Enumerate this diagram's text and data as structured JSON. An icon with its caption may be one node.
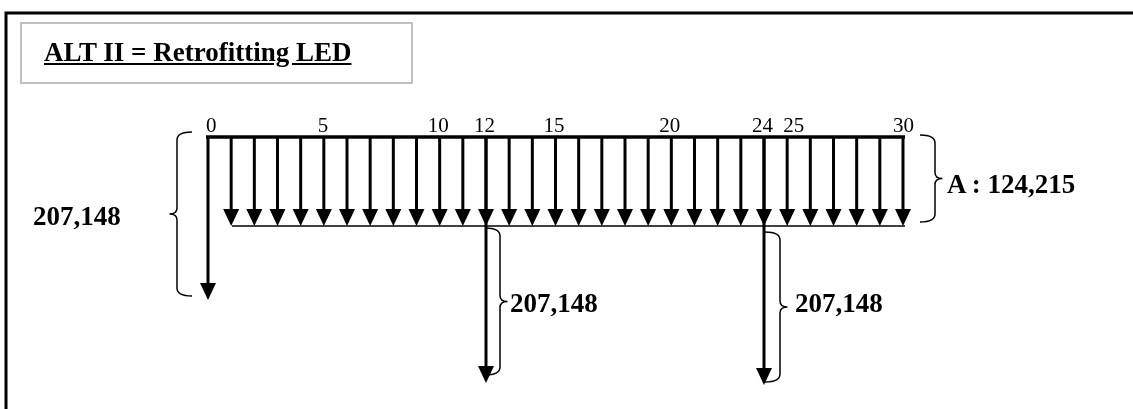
{
  "diagram": {
    "title": "ALT II = Retrofitting LED",
    "labels": [
      "0",
      "5",
      "10",
      "12",
      "15",
      "20",
      "24",
      "25",
      "30",
      "207,148",
      "A : 124,215",
      "207,148",
      "207,148"
    ]
  }
}
